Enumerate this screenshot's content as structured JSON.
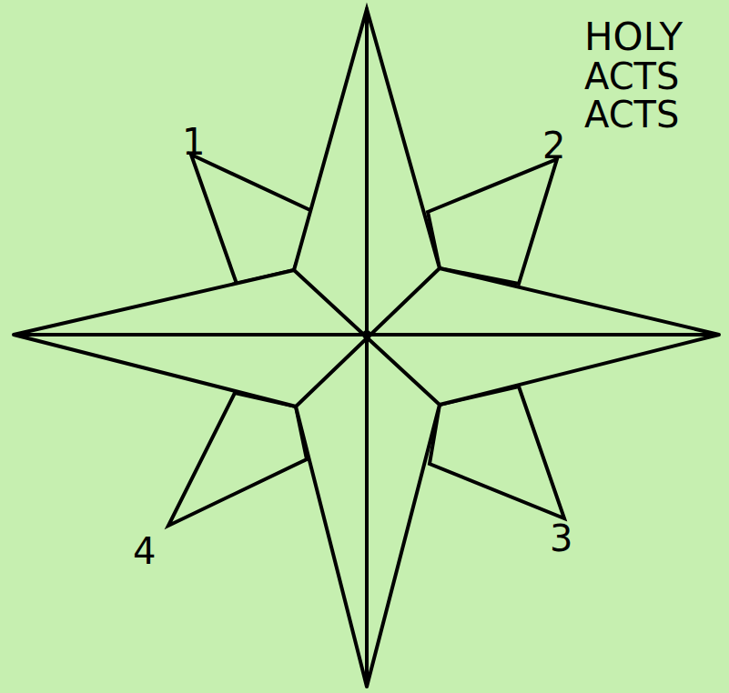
{
  "diagram": {
    "labels": [
      "1",
      "2",
      "3",
      "4",
      "HOLY",
      "ACTS",
      "ACTS"
    ]
  }
}
